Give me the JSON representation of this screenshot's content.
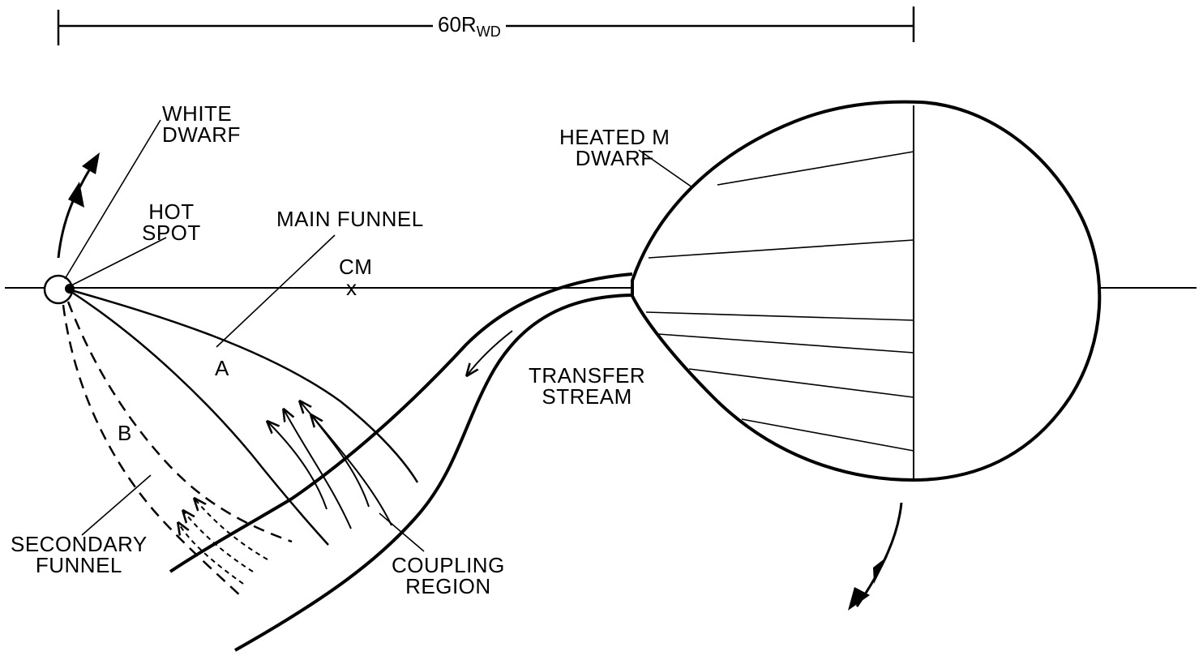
{
  "scale": {
    "value": "60",
    "unit_main": "R",
    "unit_sub": "WD"
  },
  "labels": {
    "white_dwarf": [
      "WHITE",
      "DWARF"
    ],
    "hot_spot": [
      "HOT",
      "SPOT"
    ],
    "main_funnel": "MAIN FUNNEL",
    "cm": "CM",
    "cm_mark": "x",
    "region_a": "A",
    "region_b": "B",
    "heated_m_dwarf": [
      "HEATED M",
      "DWARF"
    ],
    "transfer_stream": [
      "TRANSFER",
      "STREAM"
    ],
    "secondary_funnel": [
      "SECONDARY",
      "FUNNEL"
    ],
    "coupling_region": [
      "COUPLING",
      "REGION"
    ]
  }
}
